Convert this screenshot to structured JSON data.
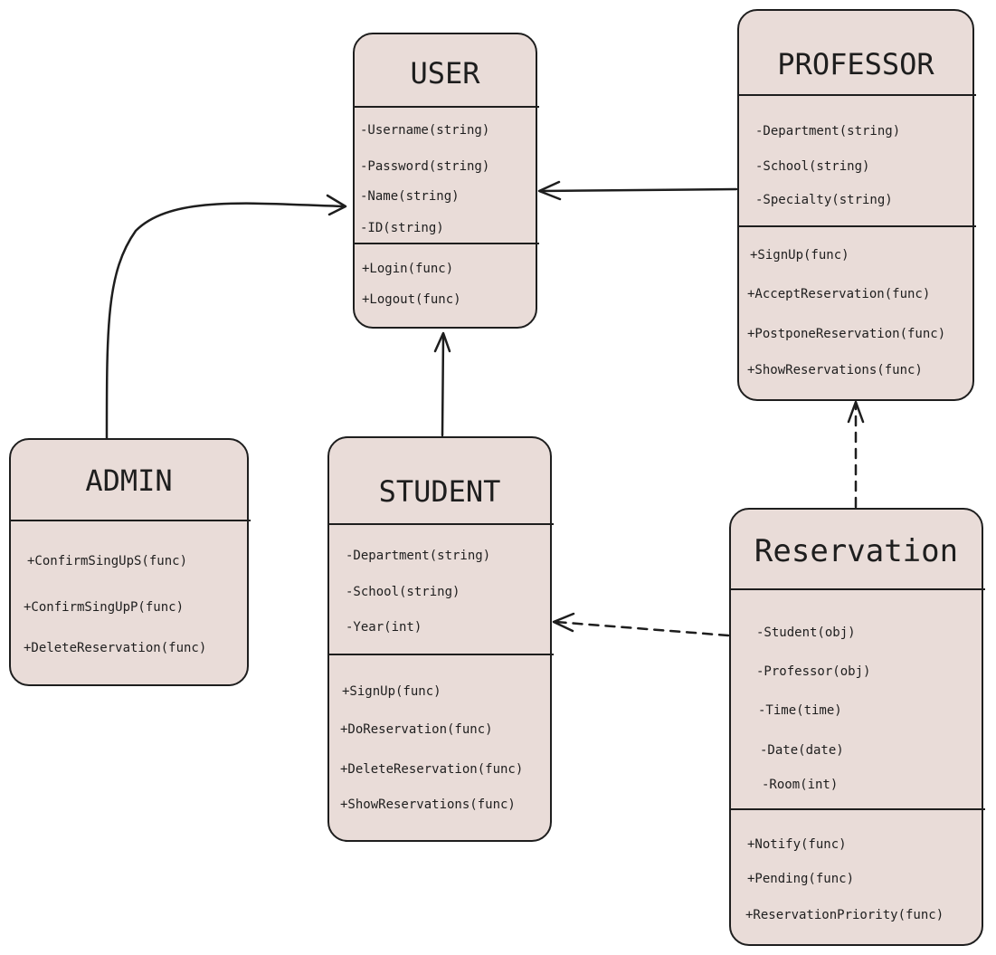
{
  "classes": {
    "user": {
      "title": "USER",
      "attributes": [
        "-Username(string)",
        "-Password(string)",
        "-Name(string)",
        "-ID(string)"
      ],
      "methods": [
        "+Login(func)",
        "+Logout(func)"
      ]
    },
    "professor": {
      "title": "PROFESSOR",
      "attributes": [
        "-Department(string)",
        "-School(string)",
        "-Specialty(string)"
      ],
      "methods": [
        "+SignUp(func)",
        "+AcceptReservation(func)",
        "+PostponeReservation(func)",
        "+ShowReservations(func)"
      ]
    },
    "admin": {
      "title": "ADMIN",
      "attributes": [],
      "methods": [
        "+ConfirmSingUpS(func)",
        "+ConfirmSingUpP(func)",
        "+DeleteReservation(func)"
      ]
    },
    "student": {
      "title": "STUDENT",
      "attributes": [
        "-Department(string)",
        "-School(string)",
        "-Year(int)"
      ],
      "methods": [
        "+SignUp(func)",
        "+DoReservation(func)",
        "+DeleteReservation(func)",
        "+ShowReservations(func)"
      ]
    },
    "reservation": {
      "title": "Reservation",
      "attributes": [
        "-Student(obj)",
        "-Professor(obj)",
        "-Time(time)",
        "-Date(date)",
        "-Room(int)"
      ],
      "methods": [
        "+Notify(func)",
        "+Pending(func)",
        "+ReservationPriority(func)"
      ]
    }
  },
  "colors": {
    "box_fill": "#e9dcd8",
    "stroke": "#1e1e1e",
    "background": "#ffffff"
  }
}
